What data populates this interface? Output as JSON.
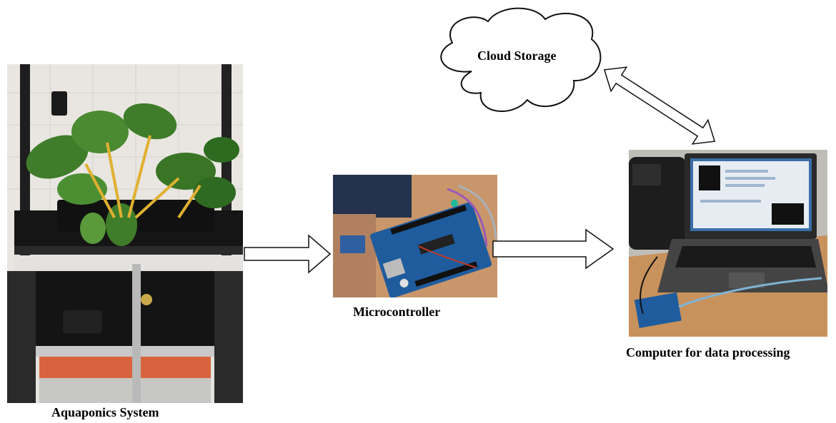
{
  "nodes": {
    "aquaponics": {
      "label": "Aquaponics System"
    },
    "microcontroller": {
      "label": "Microcontroller"
    },
    "computer": {
      "label": "Computer for data processing"
    },
    "cloud": {
      "label": "Cloud Storage"
    }
  },
  "edges": [
    {
      "from": "aquaponics",
      "to": "microcontroller",
      "style": "one-way"
    },
    {
      "from": "microcontroller",
      "to": "computer",
      "style": "one-way"
    },
    {
      "from": "computer",
      "to": "cloud",
      "style": "two-way"
    }
  ]
}
